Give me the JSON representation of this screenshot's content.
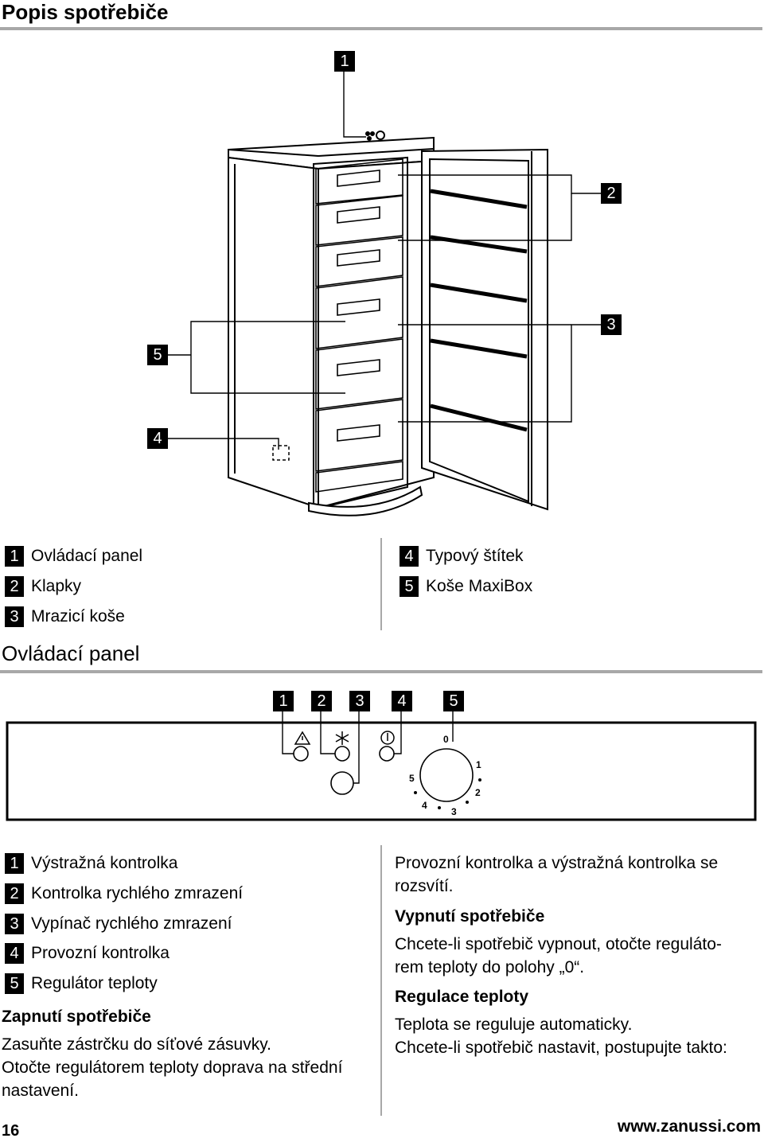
{
  "section1": {
    "title": "Popis spotřebiče"
  },
  "figure1": {
    "callouts": [
      "1",
      "2",
      "3",
      "5",
      "4"
    ]
  },
  "legend1": {
    "left": [
      {
        "num": "1",
        "label": "Ovládací panel"
      },
      {
        "num": "2",
        "label": "Klapky"
      },
      {
        "num": "3",
        "label": "Mrazicí koše"
      }
    ],
    "right": [
      {
        "num": "4",
        "label": "Typový štítek"
      },
      {
        "num": "5",
        "label": "Koše MaxiBox"
      }
    ]
  },
  "section2": {
    "title": "Ovládací panel"
  },
  "panel": {
    "callouts": [
      "1",
      "2",
      "3",
      "4",
      "5"
    ],
    "dial_marks": [
      "0",
      "1",
      "2",
      "3",
      "4",
      "5"
    ]
  },
  "legend2": [
    {
      "num": "1",
      "label": "Výstražná kontrolka"
    },
    {
      "num": "2",
      "label": "Kontrolka rychlého zmrazení"
    },
    {
      "num": "3",
      "label": "Vypínač rychlého zmrazení"
    },
    {
      "num": "4",
      "label": "Provozní kontrolka"
    },
    {
      "num": "5",
      "label": "Regulátor teploty"
    }
  ],
  "left_col": {
    "heading": "Zapnutí spotřebiče",
    "lines": [
      "Zasuňte zástrčku do síťové zásuvky.",
      "Otočte regulátorem teploty doprava na střední",
      "nastavení."
    ]
  },
  "right_col": {
    "p1": [
      "Provozní kontrolka a výstražná kontrolka se",
      "rozsvítí."
    ],
    "heading1": "Vypnutí spotřebiče",
    "p2": [
      "Chcete-li spotřebič vypnout, otočte reguláto-",
      "rem teploty do polohy „0“."
    ],
    "heading2": "Regulace teploty",
    "p3": [
      "Teplota se reguluje automaticky.",
      "Chcete-li spotřebič nastavit, postupujte takto:"
    ]
  },
  "footer": {
    "page": "16",
    "url": "www.zanussi.com"
  }
}
